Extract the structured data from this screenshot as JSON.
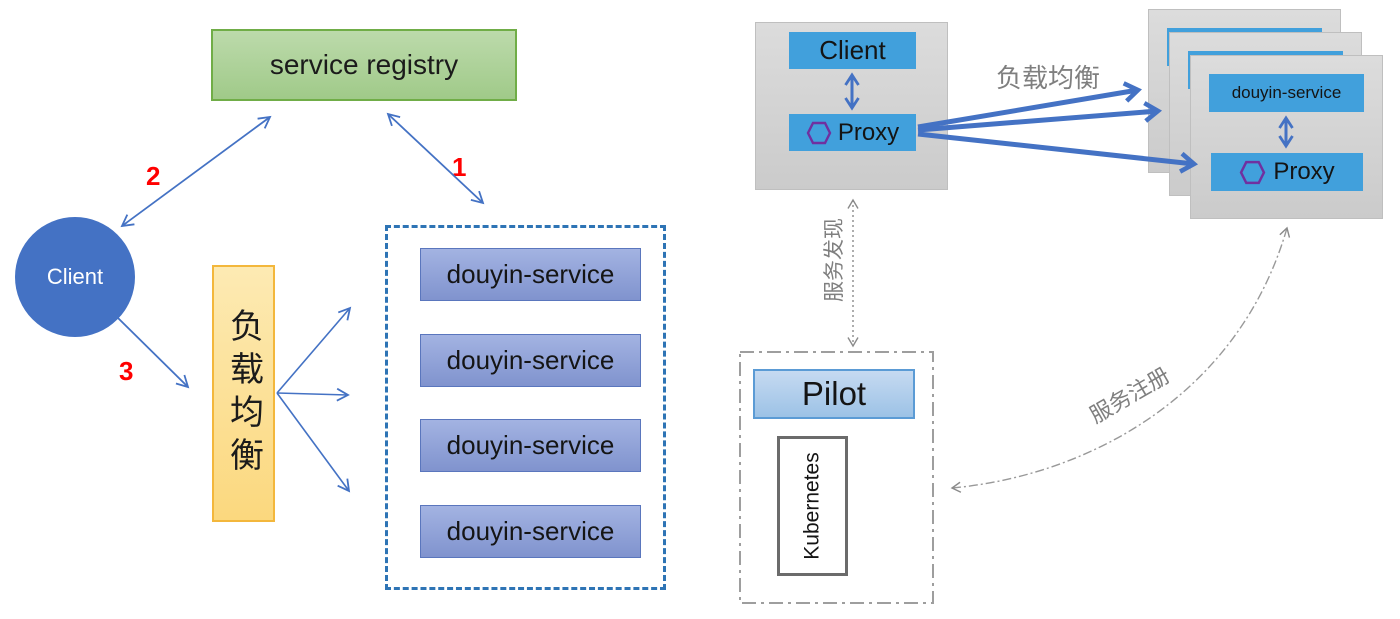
{
  "left": {
    "registry_label": "service registry",
    "client_label": "Client",
    "load_balancer_label": "负载均衡",
    "services": [
      "douyin-service",
      "douyin-service",
      "douyin-service",
      "douyin-service"
    ],
    "step_1": "1",
    "step_2": "2",
    "step_3": "3"
  },
  "right": {
    "client_label": "Client",
    "client_proxy_label": "Proxy",
    "load_balancing_label": "负载均衡",
    "service_discovery_label": "服务发现",
    "service_registration_label": "服务注册",
    "service_label": "douyin-service",
    "service_proxy_label": "Proxy",
    "pilot_label": "Pilot",
    "kubernetes_label": "Kubernetes"
  },
  "colors": {
    "arrow_blue": "#4472c4",
    "registry_green_fill": "#aed197",
    "registry_green_border": "#70ad47",
    "client_circle_blue": "#4472c4",
    "lb_orange_fill": "#fcdf99",
    "lb_orange_border": "#f3b73c",
    "service_periwinkle": "#91a3d8",
    "dashed_border_blue": "#2e74b5",
    "mesh_box_blue": "#41a0dc",
    "proxy_hexagon_purple": "#7030a0",
    "card_gray": "#d4d4d4",
    "pilot_blue_fill": "#aecde9",
    "pilot_blue_border": "#5b9bd5",
    "kubernetes_border_gray": "#6b6b6b",
    "label_gray": "#7f7f7f",
    "step_number_red": "#ff0000"
  }
}
